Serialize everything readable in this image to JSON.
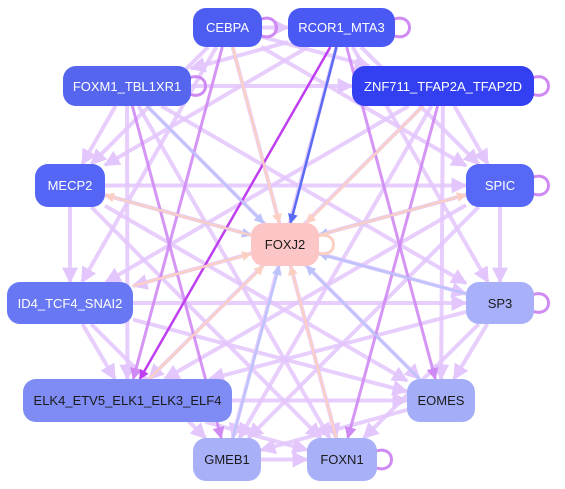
{
  "colors": {
    "edge_violet": "#e3c6fb",
    "edge_violet_strong": "#cf8af4",
    "edge_magenta": "#bf3ef0",
    "edge_blue_light": "#bcc3fb",
    "edge_blue": "#5b6cf4",
    "edge_peach": "#fbd0c3"
  },
  "nodes": {
    "cebpa": "CEBPA",
    "rcor1": "RCOR1_MTA3",
    "foxm1": "FOXM1_TBL1XR1",
    "znf711": "ZNF711_TFAP2A_TFAP2D",
    "mecp2": "MECP2",
    "spic": "SPIC",
    "foxj2": "FOXJ2",
    "id4": "ID4_TCF4_SNAI2",
    "sp3": "SP3",
    "elk4": "ELK4_ETV5_ELK1_ELK3_ELF4",
    "eomes": "EOMES",
    "gmeb1": "GMEB1",
    "foxn1": "FOXN1"
  },
  "edges": [
    {
      "from": "foxm1",
      "to": "znf711",
      "color": "violet"
    },
    {
      "from": "mecp2",
      "to": "spic",
      "color": "violet"
    },
    {
      "from": "id4",
      "to": "sp3",
      "color": "violet"
    },
    {
      "from": "elk4",
      "to": "eomes",
      "color": "violet"
    },
    {
      "from": "cebpa",
      "to": "foxn1",
      "color": "violet"
    },
    {
      "from": "rcor1",
      "to": "gmeb1",
      "color": "violet"
    },
    {
      "from": "foxm1",
      "to": "eomes",
      "color": "violet"
    },
    {
      "from": "znf711",
      "to": "elk4",
      "color": "violet"
    },
    {
      "from": "mecp2",
      "to": "sp3",
      "color": "violet"
    },
    {
      "from": "spic",
      "to": "id4",
      "color": "violet"
    },
    {
      "from": "mecp2",
      "to": "eomes",
      "color": "violet"
    },
    {
      "from": "spic",
      "to": "elk4",
      "color": "violet"
    },
    {
      "from": "foxm1",
      "to": "sp3",
      "color": "violet"
    },
    {
      "from": "znf711",
      "to": "id4",
      "color": "violet"
    },
    {
      "from": "cebpa",
      "to": "spic",
      "color": "violet"
    },
    {
      "from": "rcor1",
      "to": "mecp2",
      "color": "violet"
    },
    {
      "from": "cebpa",
      "to": "id4",
      "color": "violet"
    },
    {
      "from": "rcor1",
      "to": "sp3",
      "color": "violet"
    },
    {
      "from": "foxm1",
      "to": "foxn1",
      "color": "violet"
    },
    {
      "from": "znf711",
      "to": "gmeb1",
      "color": "violet"
    },
    {
      "from": "mecp2",
      "to": "foxn1",
      "color": "violet"
    },
    {
      "from": "spic",
      "to": "gmeb1",
      "color": "violet"
    },
    {
      "from": "id4",
      "to": "eomes",
      "color": "violet"
    },
    {
      "from": "sp3",
      "to": "elk4",
      "color": "violet"
    },
    {
      "from": "foxm1",
      "to": "elk4",
      "color": "violet"
    },
    {
      "from": "znf711",
      "to": "eomes",
      "color": "violet"
    },
    {
      "from": "mecp2",
      "to": "id4",
      "color": "violet"
    },
    {
      "from": "spic",
      "to": "sp3",
      "color": "violet"
    },
    {
      "from": "cebpa",
      "to": "rcor1",
      "color": "violet"
    },
    {
      "from": "gmeb1",
      "to": "foxn1",
      "color": "violet"
    },
    {
      "from": "cebpa",
      "to": "znf711",
      "color": "violet"
    },
    {
      "from": "rcor1",
      "to": "foxm1",
      "color": "violet"
    },
    {
      "from": "elk4",
      "to": "foxn1",
      "color": "violet"
    },
    {
      "from": "eomes",
      "to": "gmeb1",
      "color": "violet"
    },
    {
      "from": "foxm1",
      "to": "mecp2",
      "color": "violet"
    },
    {
      "from": "znf711",
      "to": "spic",
      "color": "violet"
    },
    {
      "from": "id4",
      "to": "elk4",
      "color": "violet"
    },
    {
      "from": "sp3",
      "to": "eomes",
      "color": "violet"
    },
    {
      "from": "cebpa",
      "to": "mecp2",
      "color": "violet"
    },
    {
      "from": "rcor1",
      "to": "spic",
      "color": "violet"
    },
    {
      "from": "id4",
      "to": "gmeb1",
      "color": "violet"
    },
    {
      "from": "sp3",
      "to": "foxn1",
      "color": "violet"
    },
    {
      "from": "cebpa",
      "to": "elk4",
      "color": "violet_strong"
    },
    {
      "from": "rcor1",
      "to": "eomes",
      "color": "violet_strong"
    },
    {
      "from": "foxm1",
      "to": "gmeb1",
      "color": "violet_strong"
    },
    {
      "from": "znf711",
      "to": "foxn1",
      "color": "violet_strong"
    },
    {
      "from": "rcor1",
      "to": "elk4",
      "color": "magenta"
    },
    {
      "from": "cebpa",
      "to": "foxj2",
      "color": "peach"
    },
    {
      "from": "rcor1",
      "to": "foxj2",
      "color": "blue"
    },
    {
      "from": "foxm1",
      "to": "foxj2",
      "color": "blue_light"
    },
    {
      "from": "znf711",
      "to": "foxj2",
      "color": "peach"
    },
    {
      "from": "mecp2",
      "to": "foxj2",
      "color": "blue_light"
    },
    {
      "from": "spic",
      "to": "foxj2",
      "color": "blue_light"
    },
    {
      "from": "id4",
      "to": "foxj2",
      "color": "peach"
    },
    {
      "from": "sp3",
      "to": "foxj2",
      "color": "blue_light"
    },
    {
      "from": "elk4",
      "to": "foxj2",
      "color": "peach"
    },
    {
      "from": "eomes",
      "to": "foxj2",
      "color": "blue_light"
    },
    {
      "from": "gmeb1",
      "to": "foxj2",
      "color": "blue_light"
    },
    {
      "from": "foxn1",
      "to": "foxj2",
      "color": "peach"
    },
    {
      "from": "foxj2",
      "to": "spic",
      "color": "peach"
    },
    {
      "from": "foxj2",
      "to": "mecp2",
      "color": "peach"
    }
  ],
  "self_loops": [
    "cebpa",
    "rcor1",
    "foxm1",
    "znf711",
    "spic",
    "sp3",
    "foxn1",
    "foxj2"
  ]
}
